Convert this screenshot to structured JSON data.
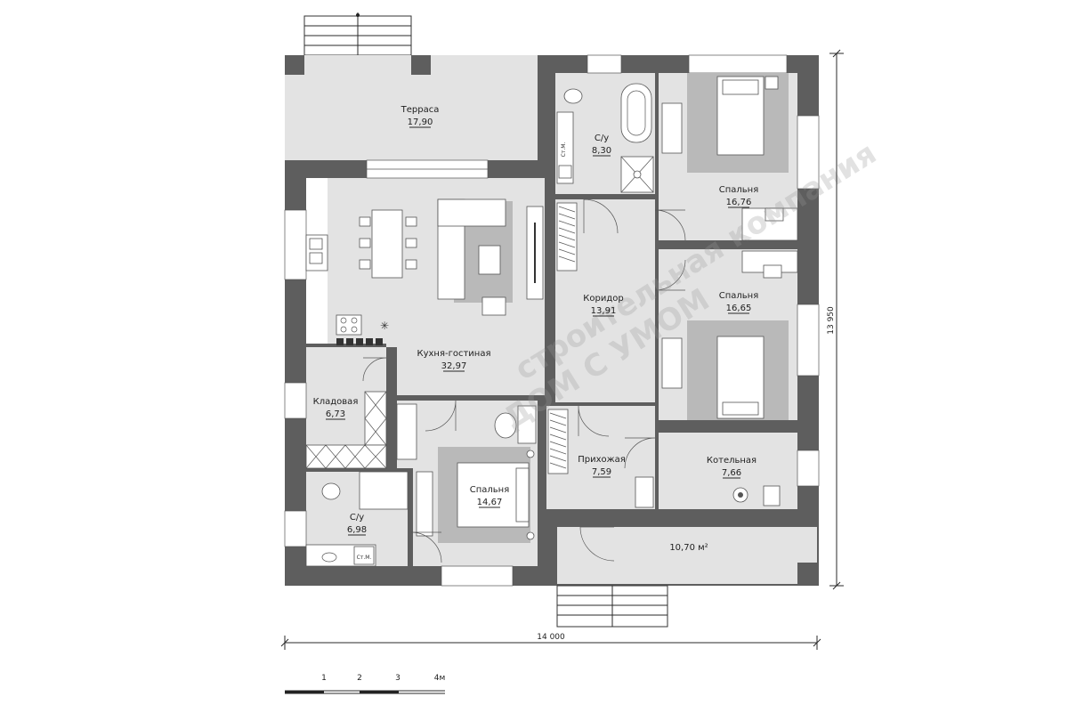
{
  "rooms": {
    "terrace": {
      "name": "Терраса",
      "area": "17,90"
    },
    "bath1": {
      "name": "С/у",
      "area": "8,30"
    },
    "bedroom1": {
      "name": "Спальня",
      "area": "16,76"
    },
    "bedroom2": {
      "name": "Спальня",
      "area": "16,65"
    },
    "corridor": {
      "name": "Коридор",
      "area": "13,91"
    },
    "kitchen": {
      "name": "Кухня-гостиная",
      "area": "32,97"
    },
    "pantry": {
      "name": "Кладовая",
      "area": "6,73"
    },
    "bedroom3": {
      "name": "Спальня",
      "area": "14,67"
    },
    "hall": {
      "name": "Прихожая",
      "area": "7,59"
    },
    "boiler": {
      "name": "Котельная",
      "area": "7,66"
    },
    "bath2": {
      "name": "С/у",
      "area": "6,98"
    },
    "porch": {
      "area": "10,70 м²"
    }
  },
  "dimensions": {
    "width": "14 000",
    "height": "13 950"
  },
  "scale": {
    "labels": [
      "1",
      "2",
      "3",
      "4м"
    ]
  },
  "appliance_labels": {
    "washer1": "Ст.М.",
    "washer2": "Ст.М."
  },
  "watermark": {
    "text1": "строительная компания",
    "text2": "ДОМ С УМОМ"
  },
  "colors": {
    "wall": "#5e5e5e",
    "floor": "#e3e3e3",
    "rug": "#b9b9b9"
  }
}
